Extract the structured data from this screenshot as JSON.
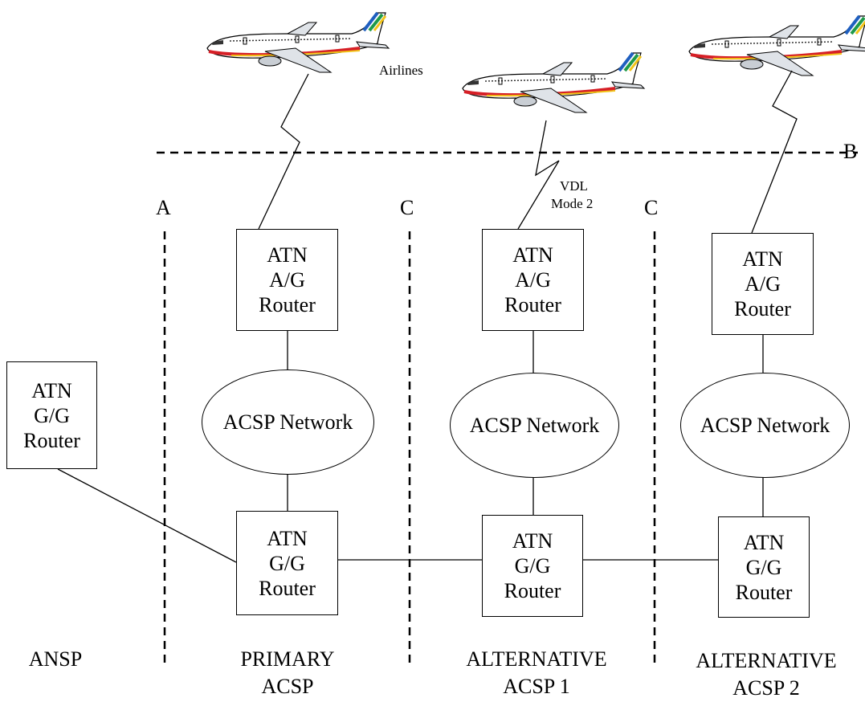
{
  "labels": {
    "airlines": "Airlines",
    "vdl_line1": "VDL",
    "vdl_line2": "Mode 2",
    "boundary_a": "A",
    "boundary_b": "B",
    "boundary_c1": "C",
    "boundary_c2": "C"
  },
  "routers": {
    "ag_line1": "ATN",
    "ag_line2": "A/G",
    "ag_line3": "Router",
    "gg_line1": "ATN",
    "gg_line2": "G/G",
    "gg_line3": "Router"
  },
  "network_label": "ACSP Network",
  "zones": {
    "ansp": "ANSP",
    "primary_line1": "PRIMARY",
    "primary_line2": "ACSP",
    "alt1_line1": "ALTERNATIVE",
    "alt1_line2": "ACSP 1",
    "alt2_line1": "ALTERNATIVE",
    "alt2_line2": "ACSP 2"
  },
  "colors": {
    "line": "#000000",
    "fuselage": "#ffffff",
    "stripe_red": "#d61f26",
    "stripe_yellow": "#f2c318",
    "stripe_blue": "#1f5fbf",
    "tail_green": "#1f9a4a"
  }
}
